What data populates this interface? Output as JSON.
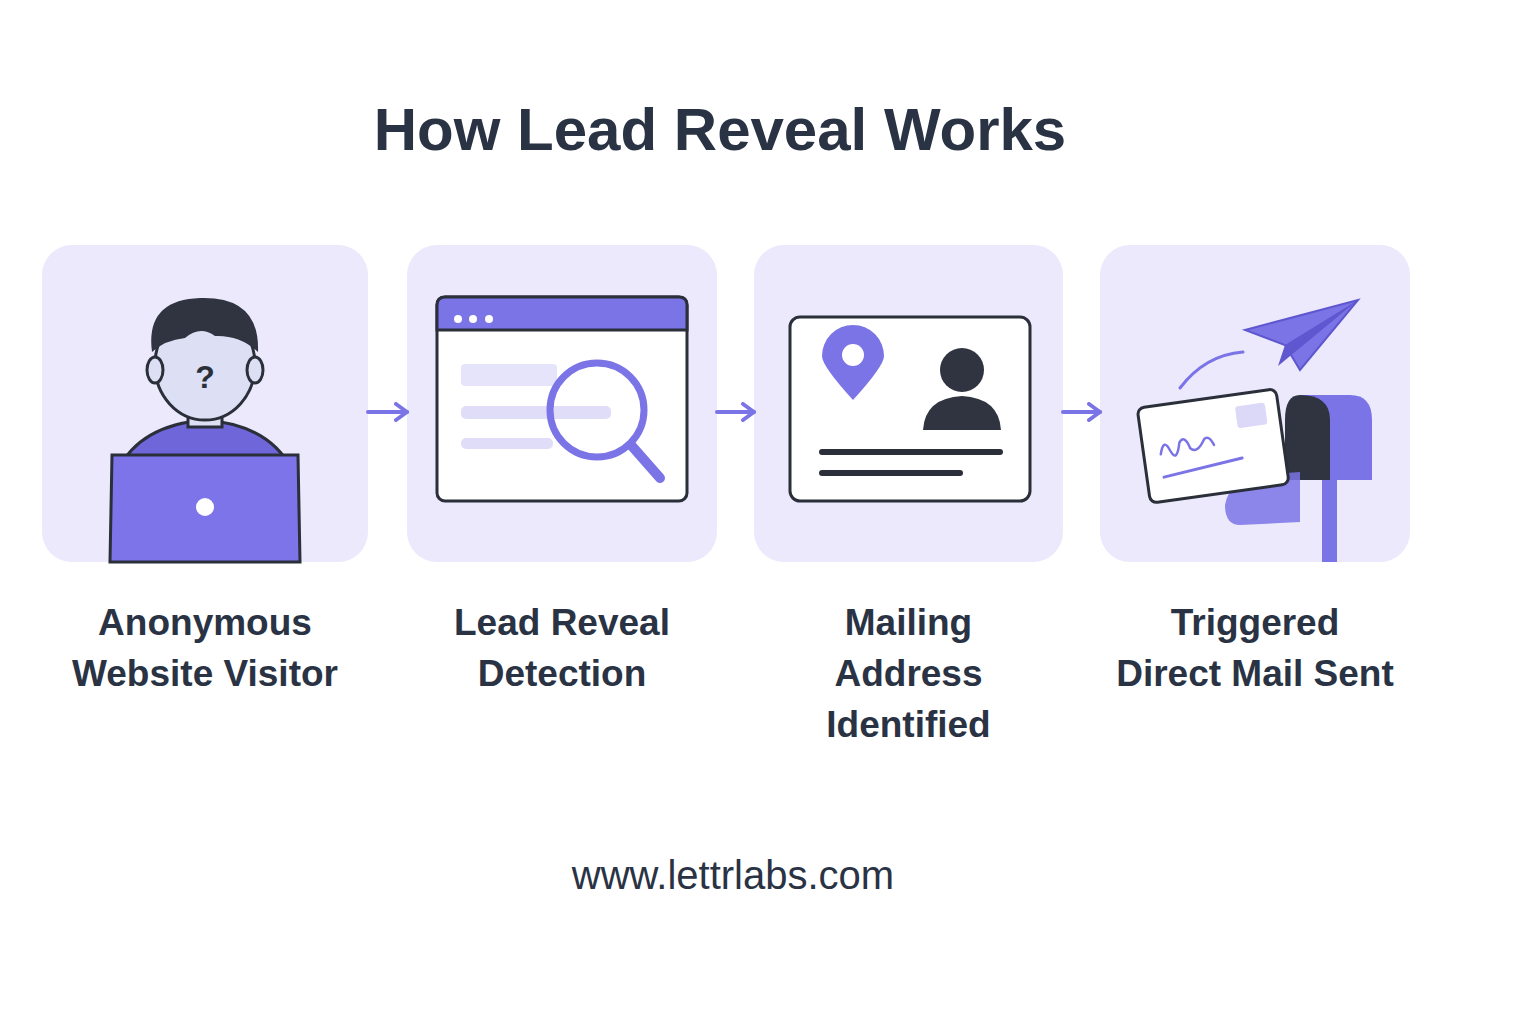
{
  "diagram": {
    "title": "How Lead Reveal Works",
    "nodes": [
      {
        "text": [
          "Anonymous Website Visitor"
        ]
      },
      {
        "text": [
          "Lead Reveal Detection"
        ]
      },
      {
        "text": [
          "Mailing Address Identified"
        ]
      },
      {
        "text": [
          "Triggered Direct Mail Sent"
        ]
      }
    ],
    "edges": [
      {
        "from": 0,
        "to": 1,
        "arrow": "to"
      },
      {
        "from": 1,
        "to": 2,
        "arrow": "to"
      },
      {
        "from": 2,
        "to": 3,
        "arrow": "to"
      }
    ],
    "labels": [
      "?",
      "www.lettrlabs.com"
    ]
  }
}
